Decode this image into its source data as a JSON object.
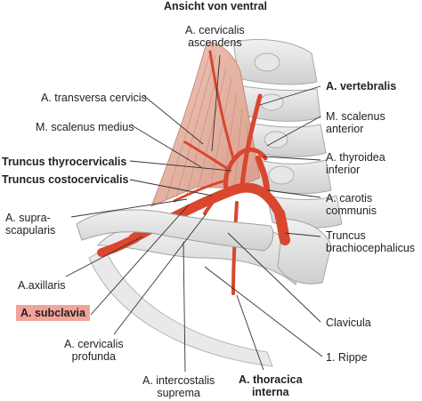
{
  "title": "Ansicht von ventral",
  "highlight_color": "#f2a49a",
  "artery_color": "#d8472e",
  "labels_right": {
    "vertebralis": "A. vertebralis",
    "scalenus_ant_1": "M. scalenus",
    "scalenus_ant_2": "anterior",
    "thyroidea_inf_1": "A. thyroidea",
    "thyroidea_inf_2": "inferior",
    "carotis_1": "A. carotis",
    "carotis_2": "communis",
    "brachio_1": "Truncus",
    "brachio_2": "brachiocephalicus",
    "clavicula": "Clavicula",
    "rippe": "1. Rippe"
  },
  "labels_left": {
    "cervicalis_asc_1": "A. cervicalis",
    "cervicalis_asc_2": "ascendens",
    "transversa": "A. transversa cervicis",
    "scalenus_medius": "M. scalenus medius",
    "thyrocervicalis": "Truncus thyrocervicalis",
    "costocervicalis": "Truncus costocervicalis",
    "suprascap_1": "A. supra-",
    "suprascap_2": "scapularis",
    "axillaris": "A.axillaris",
    "subclavia": "A. subclavia"
  },
  "labels_bottom": {
    "cervicalis_prof_1": "A. cervicalis",
    "cervicalis_prof_2": "profunda",
    "intercostalis_1": "A. intercostalis",
    "intercostalis_2": "suprema",
    "thoracica_1": "A. thoracica",
    "thoracica_2": "interna"
  }
}
